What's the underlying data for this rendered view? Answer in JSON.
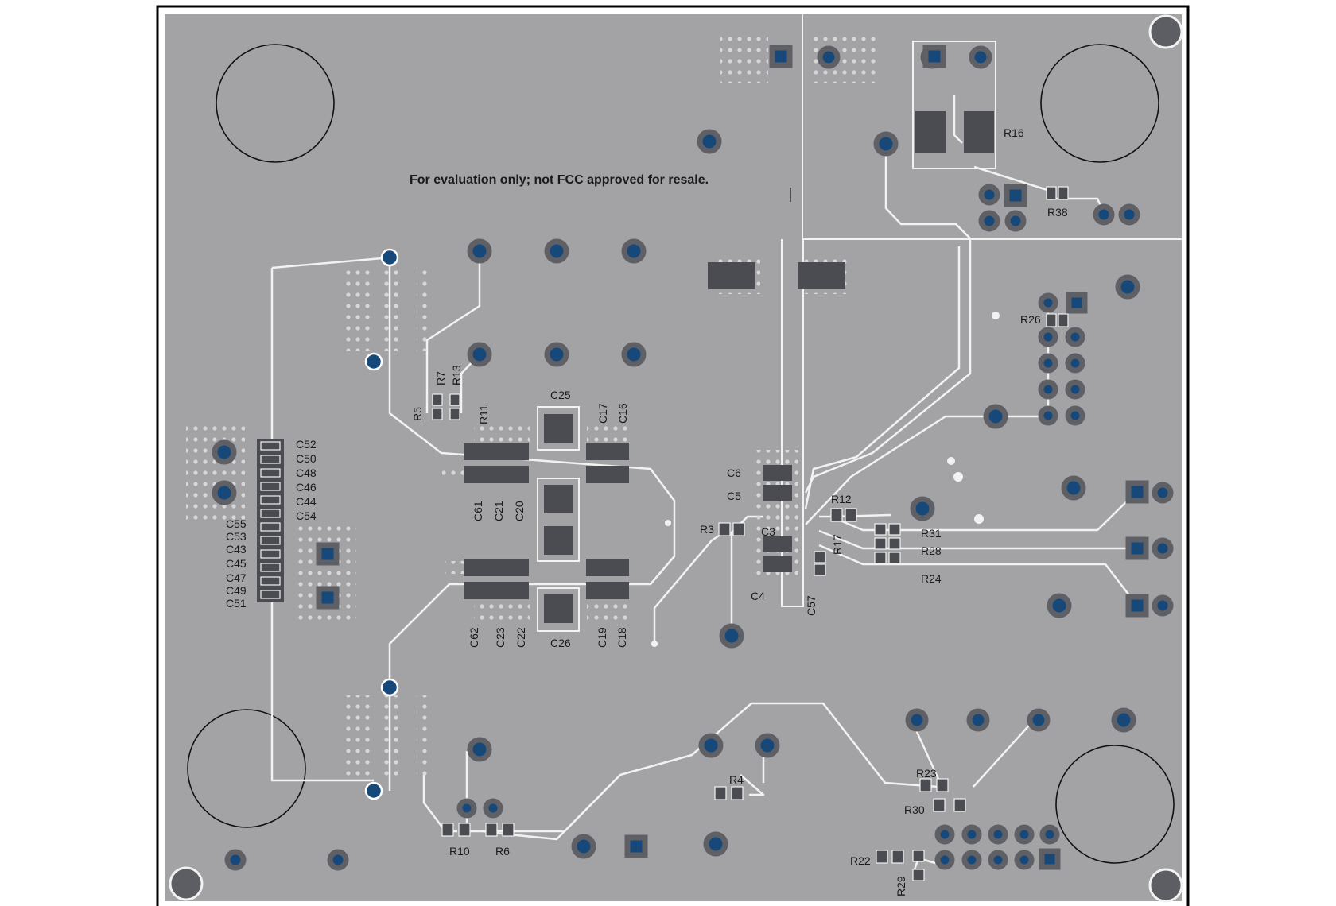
{
  "board": {
    "notice": "For evaluation only; not FCC approved for resale.",
    "colors": {
      "board": "#a3a3a5",
      "trace": "#f2f2f2",
      "pad_dark": "#4a4c52",
      "via_ring": "#5e6066",
      "via_hole": "#16497a",
      "outline": "#000000",
      "silk": "#1a1a1a"
    }
  },
  "designators": {
    "R16": "R16",
    "R38": "R38",
    "R26": "R26",
    "R7": "R7",
    "R13": "R13",
    "R5": "R5",
    "R11": "R11",
    "C25": "C25",
    "C17": "C17",
    "C16": "C16",
    "C52": "C52",
    "C50": "C50",
    "C48": "C48",
    "C46": "C46",
    "C44": "C44",
    "C54": "C54",
    "C55": "C55",
    "C53": "C53",
    "C43": "C43",
    "C45": "C45",
    "C47": "C47",
    "C49": "C49",
    "C51": "C51",
    "C61": "C61",
    "C21": "C21",
    "C20": "C20",
    "C62": "C62",
    "C23": "C23",
    "C22": "C22",
    "C26": "C26",
    "C19": "C19",
    "C18": "C18",
    "C6": "C6",
    "C5": "C5",
    "C3": "C3",
    "C4": "C4",
    "C57": "C57",
    "R3": "R3",
    "R12": "R12",
    "R17": "R17",
    "R31": "R31",
    "R28": "R28",
    "R24": "R24",
    "R4": "R4",
    "R10": "R10",
    "R6": "R6",
    "R23": "R23",
    "R30": "R30",
    "R22": "R22",
    "R29": "R29"
  }
}
